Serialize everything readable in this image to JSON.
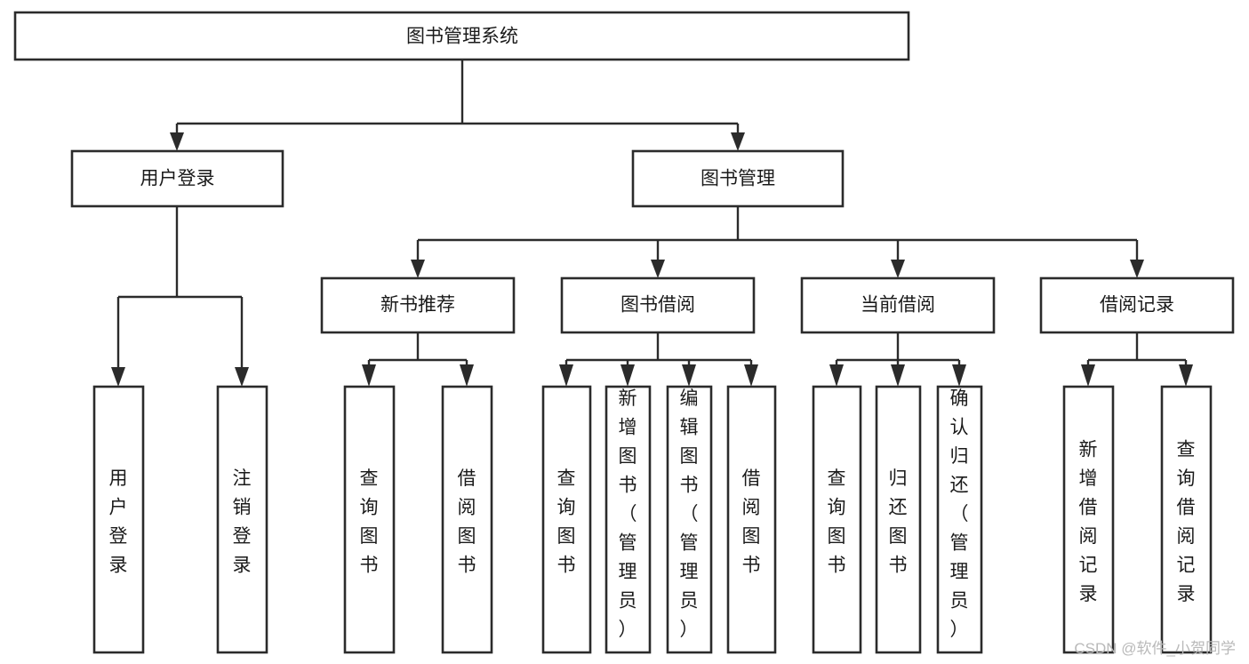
{
  "diagram": {
    "title": "图书管理系统",
    "type": "tree-hierarchy",
    "orientation": "top-down",
    "levels": 4,
    "colors": {
      "box_stroke": "#2b2b2b",
      "box_fill": "#ffffff",
      "connector": "#2b2b2b",
      "label": "#1a1a1a",
      "watermark": "#b9b9b9",
      "background": "#ffffff"
    },
    "root": {
      "id": "root",
      "label": "图书管理系统",
      "orientation": "horizontal"
    },
    "level2": [
      {
        "id": "user-login",
        "label": "用户登录",
        "orientation": "horizontal"
      },
      {
        "id": "book-management",
        "label": "图书管理",
        "orientation": "horizontal"
      }
    ],
    "level3": [
      {
        "id": "new-book-recommend",
        "label": "新书推荐",
        "orientation": "horizontal",
        "parent": "book-management"
      },
      {
        "id": "book-borrow",
        "label": "图书借阅",
        "orientation": "horizontal",
        "parent": "book-management"
      },
      {
        "id": "current-borrow",
        "label": "当前借阅",
        "orientation": "horizontal",
        "parent": "book-management"
      },
      {
        "id": "borrow-record",
        "label": "借阅记录",
        "orientation": "horizontal",
        "parent": "book-management"
      }
    ],
    "leaves": [
      {
        "id": "leaf-user-login",
        "label": "用户登录",
        "orientation": "vertical",
        "parent": "user-login"
      },
      {
        "id": "leaf-user-logout",
        "label": "注销登录",
        "orientation": "vertical",
        "parent": "user-login"
      },
      {
        "id": "leaf-query-book-1",
        "label": "查询图书",
        "orientation": "vertical",
        "parent": "new-book-recommend"
      },
      {
        "id": "leaf-borrow-book-1",
        "label": "借阅图书",
        "orientation": "vertical",
        "parent": "new-book-recommend"
      },
      {
        "id": "leaf-query-book-2",
        "label": "查询图书",
        "orientation": "vertical",
        "parent": "book-borrow"
      },
      {
        "id": "leaf-add-book",
        "label": "新增图书（管理员）",
        "orientation": "vertical",
        "parent": "book-borrow"
      },
      {
        "id": "leaf-edit-book",
        "label": "编辑图书（管理员）",
        "orientation": "vertical",
        "parent": "book-borrow"
      },
      {
        "id": "leaf-borrow-book-2",
        "label": "借阅图书",
        "orientation": "vertical",
        "parent": "book-borrow"
      },
      {
        "id": "leaf-query-book-3",
        "label": "查询图书",
        "orientation": "vertical",
        "parent": "current-borrow"
      },
      {
        "id": "leaf-return-book",
        "label": "归还图书",
        "orientation": "vertical",
        "parent": "current-borrow"
      },
      {
        "id": "leaf-confirm-return",
        "label": "确认归还（管理员）",
        "orientation": "vertical",
        "parent": "current-borrow"
      },
      {
        "id": "leaf-add-record",
        "label": "新增借阅记录",
        "orientation": "vertical",
        "parent": "borrow-record"
      },
      {
        "id": "leaf-query-record",
        "label": "查询借阅记录",
        "orientation": "vertical",
        "parent": "borrow-record"
      }
    ]
  },
  "watermark": {
    "text": "CSDN @软件_小贺同学"
  }
}
